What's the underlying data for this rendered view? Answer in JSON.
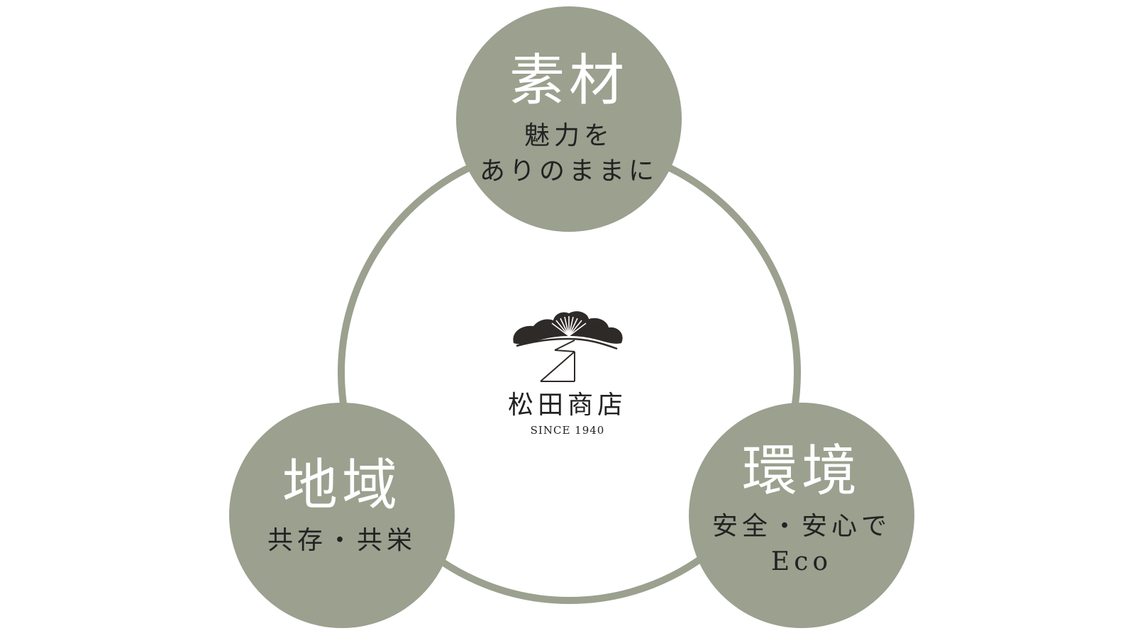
{
  "colors": {
    "circle_fill": "#9ba08f",
    "title_text": "#ffffff",
    "body_text": "#222222",
    "background": "#ffffff"
  },
  "center": {
    "logo_icon": "pine-tree-logo-icon",
    "name": "松田商店",
    "since": "SINCE 1940"
  },
  "nodes": [
    {
      "title": "素材",
      "subtitle": "魅力を\nありのままに"
    },
    {
      "title": "地域",
      "subtitle": "共存・共栄"
    },
    {
      "title": "環境",
      "subtitle": "安全・安心で\nEco"
    }
  ]
}
